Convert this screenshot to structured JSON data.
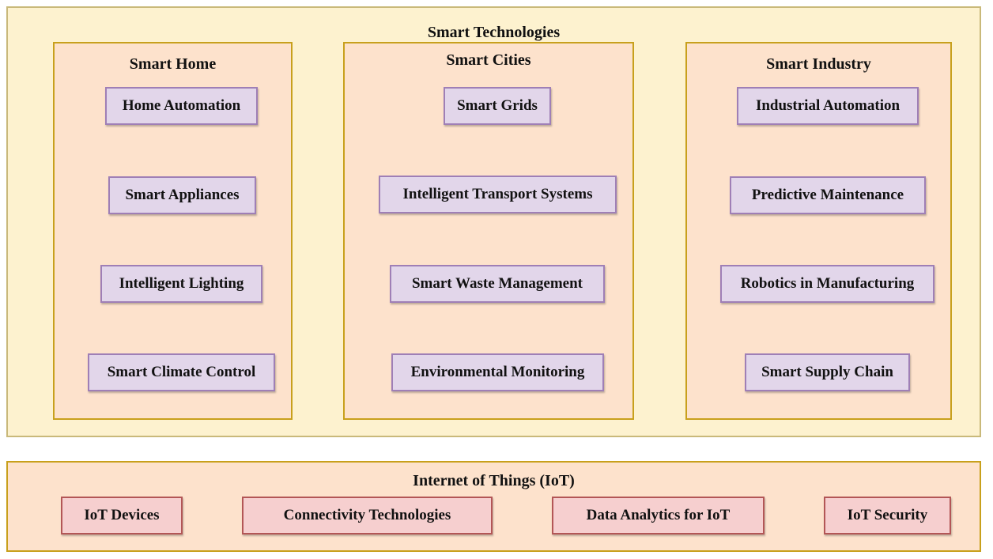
{
  "diagram": {
    "title": "Smart Technologies",
    "columns": [
      {
        "title": "Smart Home",
        "items": [
          "Home Automation",
          "Smart Appliances",
          "Intelligent Lighting",
          "Smart Climate Control"
        ]
      },
      {
        "title": "Smart Cities",
        "items": [
          "Smart Grids",
          "Intelligent Transport Systems",
          "Smart Waste Management",
          "Environmental Monitoring"
        ]
      },
      {
        "title": "Smart Industry",
        "items": [
          "Industrial Automation",
          "Predictive Maintenance",
          "Robotics in Manufacturing",
          "Smart Supply Chain"
        ]
      }
    ]
  },
  "iot": {
    "title": "Internet of Things (IoT)",
    "items": [
      "IoT Devices",
      "Connectivity Technologies",
      "Data Analytics for IoT",
      "IoT Security"
    ]
  },
  "colors": {
    "outer_fill": "#fdf2cf",
    "column_fill": "#fde2cc",
    "column_border": "#c8a01c",
    "item_fill": "#e2d6ea",
    "item_border": "#9f7fb6",
    "iot_item_fill": "#f6cfcf",
    "iot_item_border": "#b35656"
  }
}
